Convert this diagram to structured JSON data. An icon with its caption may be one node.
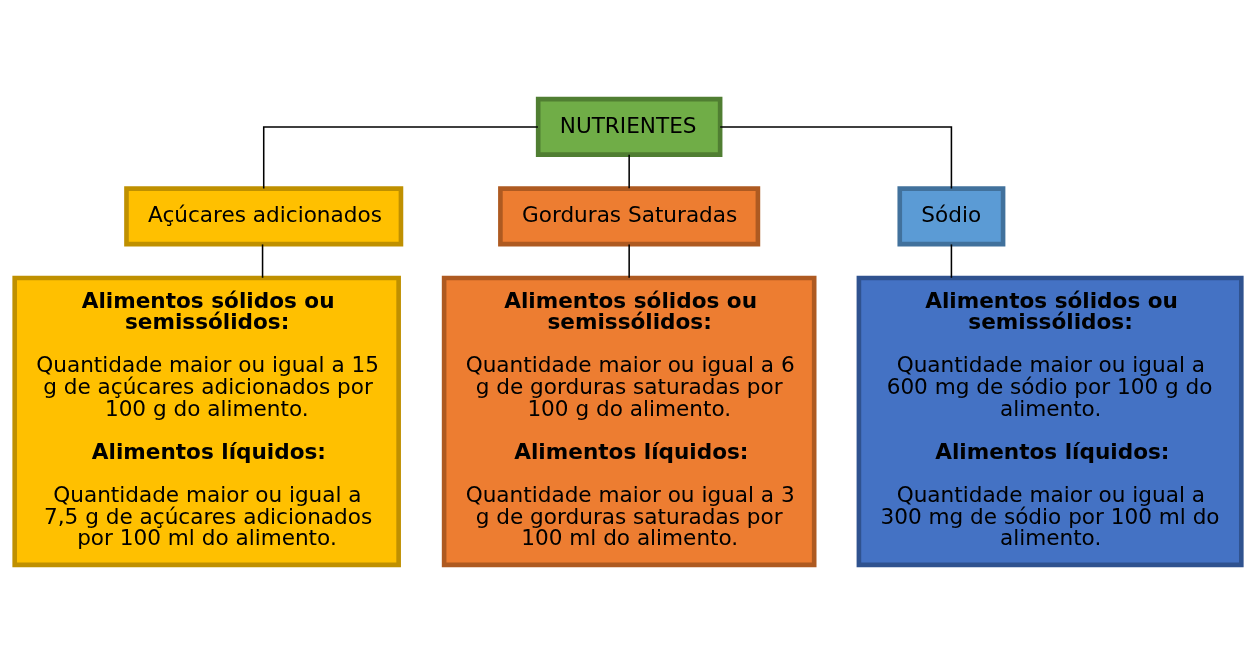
{
  "diagram": {
    "nodes": [
      {
        "text": [
          "NUTRIENTES"
        ]
      },
      {
        "text": [
          "Açúcares adicionados"
        ]
      },
      {
        "text": [
          "Gorduras Saturadas"
        ]
      },
      {
        "text": [
          "Sódio"
        ]
      },
      {
        "text": [
          "Alimentos sólidos ou semissólidos:",
          "Quantidade maior ou igual a 15 g de açúcares adicionados por 100 g do alimento.",
          "Alimentos líquidos:",
          "Quantidade maior ou igual a 7,5 g de açúcares adicionados por 100 ml do alimento."
        ]
      },
      {
        "text": [
          "Alimentos sólidos ou semissólidos:",
          "Quantidade maior ou igual a 6 g de gorduras saturadas por 100 g do alimento.",
          "Alimentos líquidos:",
          "Quantidade maior ou igual a 3 g de gorduras saturadas por 100 ml do alimento."
        ]
      },
      {
        "text": [
          "Alimentos sólidos ou semissólidos:",
          "Quantidade maior ou igual a 600 mg de sódio por 100 g do alimento.",
          "Alimentos líquidos:",
          "Quantidade maior ou igual a 300 mg de sódio por 100 ml do alimento."
        ]
      }
    ],
    "edges": [
      {
        "from": 0,
        "to": 1,
        "arrow": "none"
      },
      {
        "from": 0,
        "to": 2,
        "arrow": "none"
      },
      {
        "from": 0,
        "to": 3,
        "arrow": "none"
      },
      {
        "from": 1,
        "to": 4,
        "arrow": "none"
      },
      {
        "from": 2,
        "to": 5,
        "arrow": "none"
      },
      {
        "from": 3,
        "to": 6,
        "arrow": "none"
      }
    ]
  }
}
